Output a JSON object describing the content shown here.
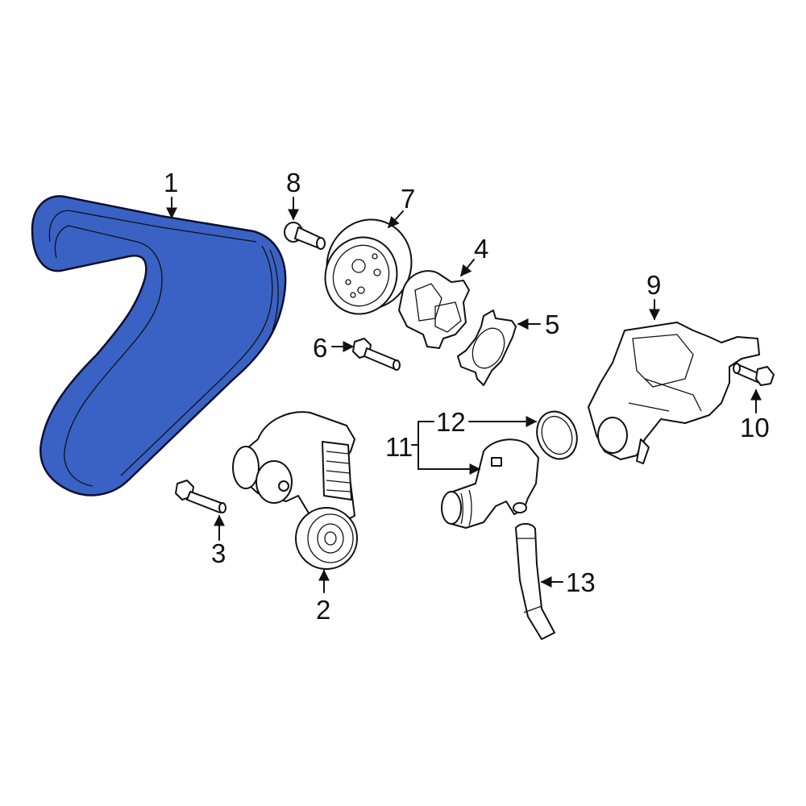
{
  "diagram": {
    "type": "exploded parts diagram",
    "highlight_color": "#3a62c4",
    "outline_color": "#111111",
    "background": "#ffffff",
    "highlighted_part": "1",
    "callouts": [
      {
        "id": "1",
        "label": "1",
        "part": "drive-belt",
        "highlighted": true
      },
      {
        "id": "2",
        "label": "2",
        "part": "belt-tensioner"
      },
      {
        "id": "3",
        "label": "3",
        "part": "tensioner-bolt"
      },
      {
        "id": "4",
        "label": "4",
        "part": "water-pump"
      },
      {
        "id": "5",
        "label": "5",
        "part": "water-pump-gasket"
      },
      {
        "id": "6",
        "label": "6",
        "part": "water-pump-bolt"
      },
      {
        "id": "7",
        "label": "7",
        "part": "water-pump-pulley"
      },
      {
        "id": "8",
        "label": "8",
        "part": "pulley-bolt"
      },
      {
        "id": "9",
        "label": "9",
        "part": "thermostat-housing"
      },
      {
        "id": "10",
        "label": "10",
        "part": "housing-bolt"
      },
      {
        "id": "11",
        "label": "11",
        "part": "water-outlet-assembly"
      },
      {
        "id": "12",
        "label": "12",
        "part": "o-ring-seal"
      },
      {
        "id": "13",
        "label": "13",
        "part": "coolant-hose"
      }
    ]
  }
}
